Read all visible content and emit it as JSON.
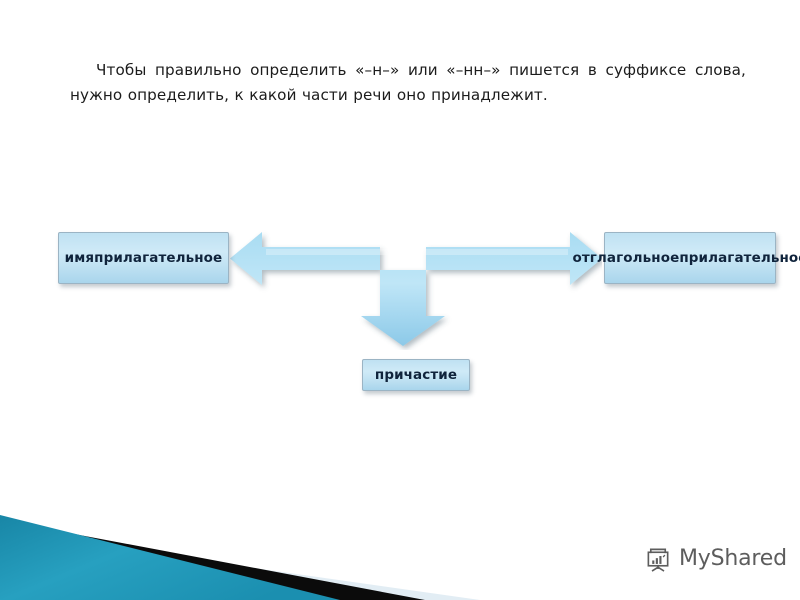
{
  "slide": {
    "background_color": "#ffffff",
    "intro_text": "Чтобы правильно определить «–н–» или «–нн–» пишется в суффиксе слова, нужно определить, к какой части речи оно принадлежит."
  },
  "diagram": {
    "type": "tri-directional-arrow",
    "accent_color": "#9fd5ef",
    "node_text_color": "#10243c",
    "nodes": [
      {
        "id": "adjective",
        "label": "имя\nприлагательное",
        "line1": "имя",
        "line2": "прилагательное",
        "position": "left"
      },
      {
        "id": "verbal-adjective",
        "label": "отглагольное\nприлагательное",
        "line1": "отглагольное",
        "line2": "прилагательное",
        "position": "right"
      },
      {
        "id": "participle",
        "label": "причастие",
        "line1": "причастие",
        "line2": "",
        "position": "bottom"
      }
    ],
    "arrow": {
      "name": "tri-directional-arrow",
      "directions": [
        "left",
        "right",
        "down"
      ],
      "fill_color": "#9fd5ef"
    }
  },
  "decoration": {
    "corner_band_teal": "#1f94b4",
    "corner_band_black": "#0a0a0a",
    "corner_band_pale": "#dbe7ef"
  },
  "branding": {
    "logo_icon": "flipchart-bar-chart-icon",
    "logo_text": "MyShared",
    "logo_color": "#5d5d5d"
  }
}
